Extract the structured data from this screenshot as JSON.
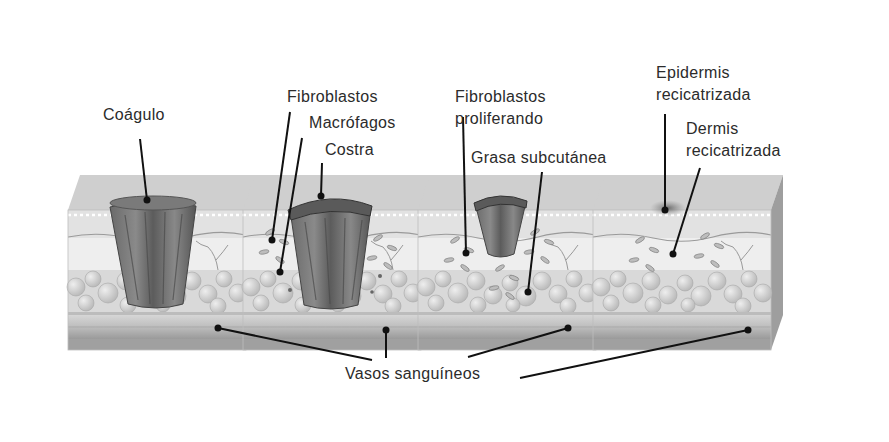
{
  "diagram": {
    "labels": [
      "Coágulo",
      "Fibroblastos",
      "Macrófagos",
      "Costra",
      "Fibroblastos proliferando",
      "Grasa subcutánea",
      "Epidermis recicatrizada",
      "Dermis recicatrizada",
      "Vasos sanguíneos"
    ]
  }
}
